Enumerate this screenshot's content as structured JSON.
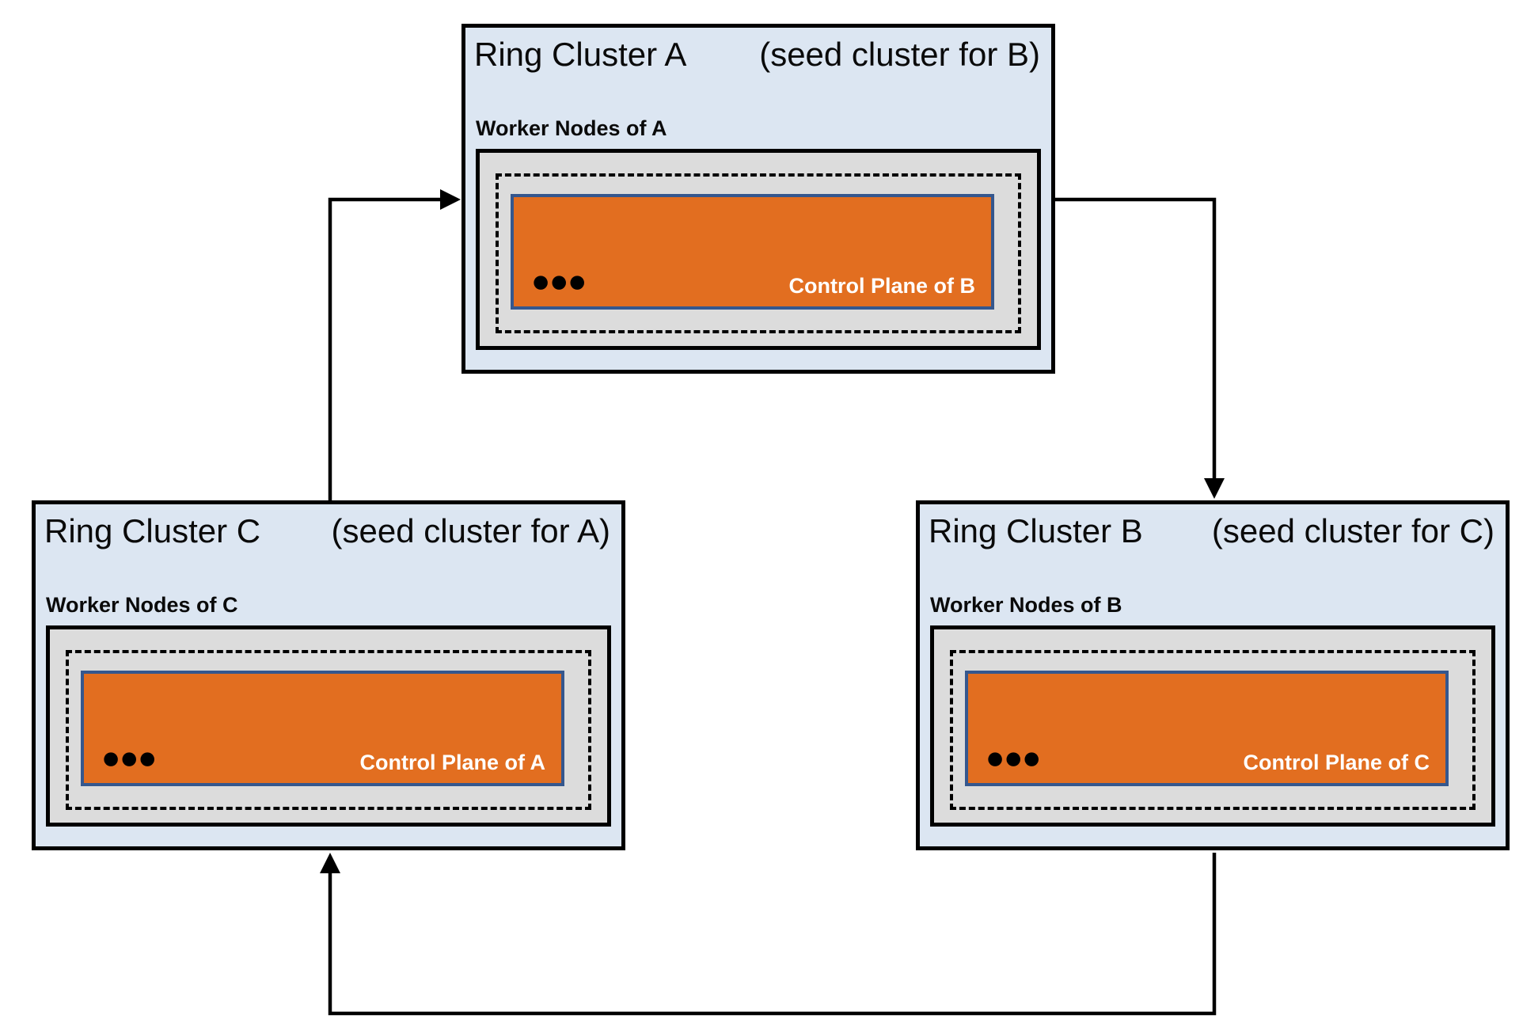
{
  "diagram": {
    "clusters": [
      {
        "name": "Ring Cluster A",
        "seed_note": "(seed cluster for B)",
        "worker_label": "Worker Nodes of A",
        "control_plane_label": "Control Plane of B",
        "ellipsis": "●●●"
      },
      {
        "name": "Ring Cluster B",
        "seed_note": "(seed cluster for C)",
        "worker_label": "Worker Nodes of B",
        "control_plane_label": "Control Plane of C",
        "ellipsis": "●●●"
      },
      {
        "name": "Ring Cluster C",
        "seed_note": "(seed cluster for A)",
        "worker_label": "Worker Nodes of C",
        "control_plane_label": "Control Plane of A",
        "ellipsis": "●●●"
      }
    ],
    "arrows": [
      {
        "from": "Ring Cluster C",
        "to": "Ring Cluster A"
      },
      {
        "from": "Ring Cluster A",
        "to": "Ring Cluster B"
      },
      {
        "from": "Ring Cluster B",
        "to": "Ring Cluster C"
      }
    ],
    "colors": {
      "cluster_bg": "#dce6f2",
      "cluster_border": "#000000",
      "worker_pool_bg": "#dcdcdc",
      "control_plane_bg": "#e26e20",
      "control_plane_border": "#35578e",
      "control_plane_text": "#ffffff",
      "arrow_line": "#000000"
    }
  }
}
